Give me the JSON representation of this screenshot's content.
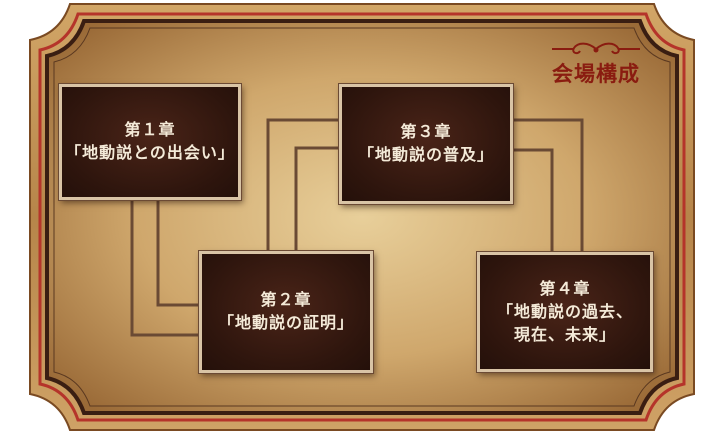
{
  "venue": {
    "title": "会場構成"
  },
  "chapters": [
    {
      "id": "ch1",
      "number": "第１章",
      "title": "「地動説との出会い」"
    },
    {
      "id": "ch2",
      "number": "第２章",
      "title": "「地動説の証明」"
    },
    {
      "id": "ch3",
      "number": "第３章",
      "title": "「地動説の普及」"
    },
    {
      "id": "ch4",
      "number": "第４章",
      "title": "「地動説の過去、\n現在、未来」"
    }
  ],
  "connections": [
    {
      "from": "ch1",
      "to": "ch2"
    },
    {
      "from": "ch2",
      "to": "ch3"
    },
    {
      "from": "ch3",
      "to": "ch4"
    }
  ],
  "colors": {
    "parchment": "#c9a26b",
    "frame_outer": "#b5342a",
    "frame_inner": "#3a1e12",
    "box_fill": "#2e150d",
    "box_border": "#d9c4a6",
    "connector": "#6a4a34",
    "accent_text": "#8a1c10"
  }
}
